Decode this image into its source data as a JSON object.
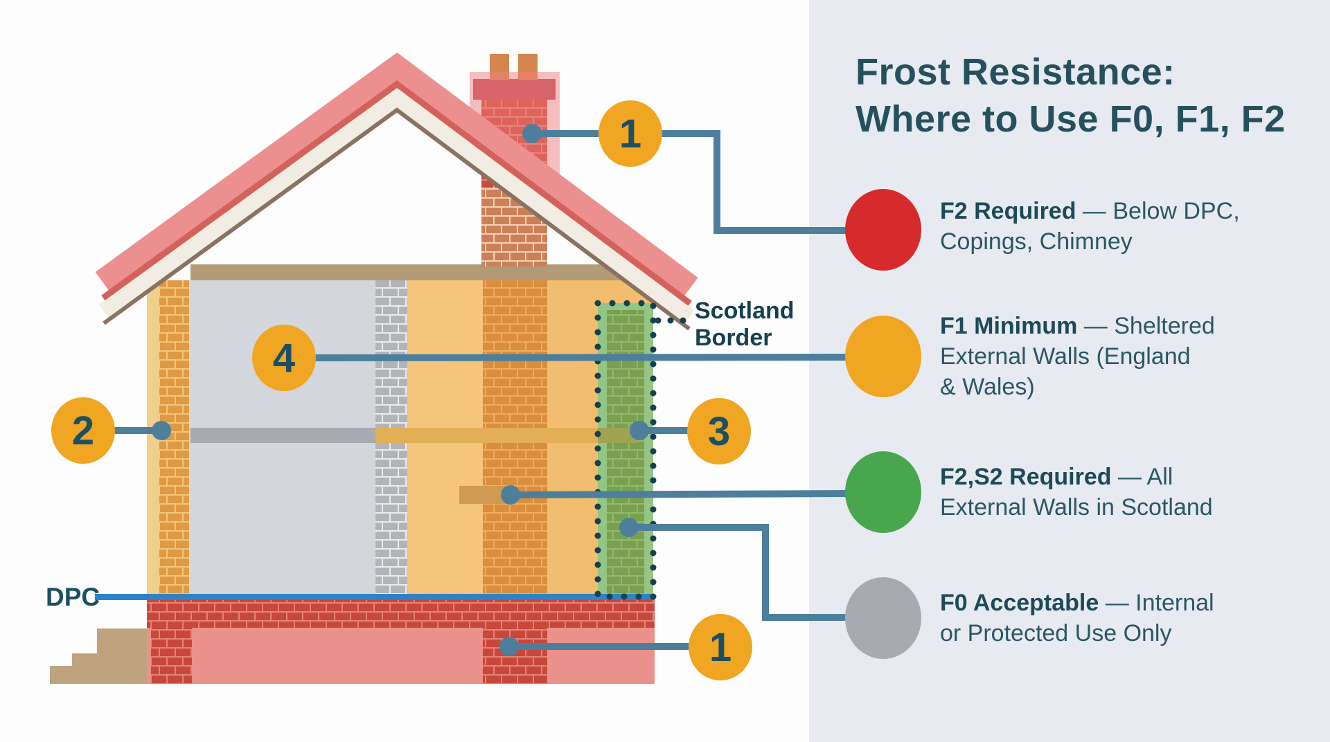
{
  "title": {
    "line1": "Frost Resistance:",
    "line2": "Where to Use F0, F1, F2"
  },
  "legend": {
    "items": [
      {
        "label": "F2 Required",
        "desc_line1": " — Below DPC,",
        "desc_line2": "Copings, Chimney",
        "desc_line3": "",
        "color": "#d62a2c",
        "dot_name": "red-dot"
      },
      {
        "label": "F1 Minimum",
        "desc_line1": " — Sheltered",
        "desc_line2": "External Walls (England",
        "desc_line3": "& Wales)",
        "color": "#f0a523",
        "dot_name": "orange-dot"
      },
      {
        "label": "F2,S2 Required",
        "desc_line1": " — All",
        "desc_line2": "External Walls in Scotland",
        "desc_line3": "",
        "color": "#47a64e",
        "dot_name": "green-dot"
      },
      {
        "label": "F0 Acceptable",
        "desc_line1": " — Internal",
        "desc_line2": "or Protected Use Only",
        "desc_line3": "",
        "color": "#a7abb0",
        "dot_name": "gray-dot"
      }
    ]
  },
  "labels": {
    "dpc": "DPC",
    "scotland_line1": "Scotland",
    "scotland_line2": "Border"
  },
  "callouts": [
    {
      "number": "1"
    },
    {
      "number": "2"
    },
    {
      "number": "3"
    },
    {
      "number": "4"
    },
    {
      "number": "1"
    }
  ],
  "colors": {
    "panel_background": "#e7ebf1",
    "page_background": "#fdfdfe",
    "title_text": "#25505e",
    "body_text": "#2b5666",
    "callout_fill": "#f0a523",
    "callout_number": "#1d4f63",
    "connector_line": "#4d7f9d",
    "dpc_line": "#2e82c6",
    "dotted_border": "#14404f",
    "legend_red": "#d62a2c",
    "legend_orange": "#f0a523",
    "legend_green": "#47a64e",
    "legend_gray": "#a7abb0",
    "roof_pink": "#ec8f8f",
    "roof_dark_red": "#d4625a",
    "roof_fascia_white": "#f2ede3",
    "roof_underline_brown": "#8a7261",
    "wall_plate_beam": "#b49b78",
    "gray_wall": "#d3d7dc",
    "tan_wall": "#f5c57c",
    "floor_band_gray": "#a8acb1",
    "floor_band_gold": "#e2ae56",
    "foundation_pink": "#e9918a",
    "stairs_tan": "#bfa37e"
  }
}
